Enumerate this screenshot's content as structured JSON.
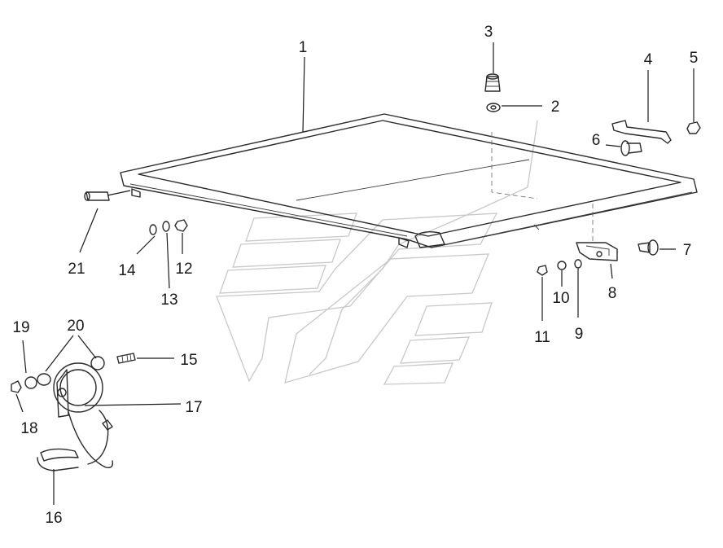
{
  "diagram": {
    "callouts": [
      {
        "id": "1",
        "text": "1"
      },
      {
        "id": "2",
        "text": "2"
      },
      {
        "id": "3",
        "text": "3"
      },
      {
        "id": "4",
        "text": "4"
      },
      {
        "id": "5",
        "text": "5"
      },
      {
        "id": "6",
        "text": "6"
      },
      {
        "id": "7",
        "text": "7"
      },
      {
        "id": "8",
        "text": "8"
      },
      {
        "id": "9",
        "text": "9"
      },
      {
        "id": "10",
        "text": "10"
      },
      {
        "id": "11",
        "text": "11"
      },
      {
        "id": "12",
        "text": "12"
      },
      {
        "id": "13",
        "text": "13"
      },
      {
        "id": "14",
        "text": "14"
      },
      {
        "id": "15",
        "text": "15"
      },
      {
        "id": "16",
        "text": "16"
      },
      {
        "id": "17",
        "text": "17"
      },
      {
        "id": "18",
        "text": "18"
      },
      {
        "id": "19",
        "text": "19"
      },
      {
        "id": "20",
        "text": "20"
      },
      {
        "id": "21",
        "text": "21"
      }
    ],
    "colors": {
      "line": "#2a2a2a",
      "watermark": "#c8c8c8",
      "background": "#ffffff"
    }
  }
}
